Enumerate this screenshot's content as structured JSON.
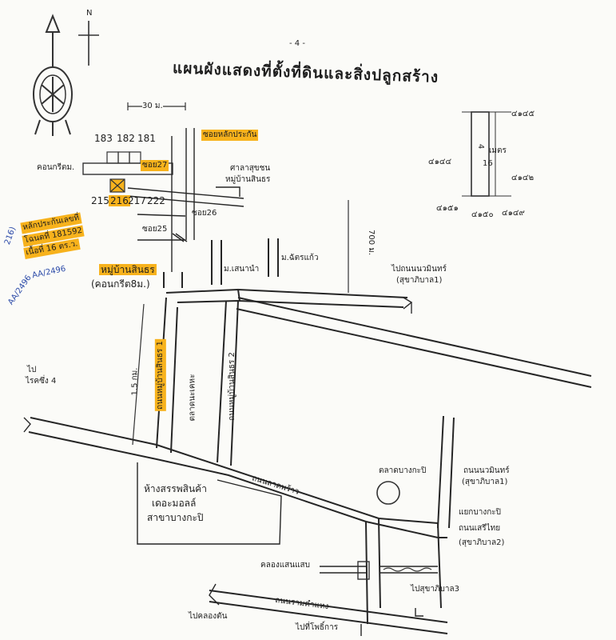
{
  "page": {
    "page_number": "- 4 -",
    "title": "แผนผังแสดงที่ตั้งที่ดินและสิ่งปลูกสร้าง"
  },
  "map": {
    "scale_30": "30 ม.",
    "scale_700": "700 ม.",
    "scale_15km": "1.5 กม.",
    "plots": [
      "183",
      "182",
      "181",
      "215",
      "216",
      "217",
      "222"
    ],
    "labels": {
      "concrete_left": "คอนกรีตม.",
      "soi27": "ซอย27",
      "landmark_collateral": "ซอยหลักประกัน",
      "pavilion_1": "ศาลาสุขชน",
      "pavilion_2": "หมู่บ้านสินธร",
      "soi26": "ซอย26",
      "soi25": "ซอย25",
      "collateral_info_1": "หลักประกันเลขที่",
      "collateral_info_2": "โฉนดที่ 181592",
      "collateral_info_3": "เนื้อที่ 16 ตร.ว.",
      "village_1": "หมู่บ้านสินธร",
      "village_2": "(คอนกรีต8ม.)",
      "moo_senanam": "ม.เสนานำ",
      "moo_chatchai": "ม.ฉัตรแก้ว",
      "to_sukhapiban1_1": "ไปถนนนวมินทร์",
      "to_sukhapiban1_2": "(สุขาภิบาล1)",
      "road_sinthon1": "ถนนหมู่บ้านสินธร 1",
      "road_sinthon2": "ถนนหมู่บ้านสินธร 2",
      "market_kheha": "ตลาดนะเคหะ",
      "to_soi4_1": "ไป",
      "to_soi4_2": "ไรคซึ่ง 4",
      "dept_store_1": "ห้างสรรพสินค้า",
      "dept_store_2": "เดอะมอลล์",
      "dept_store_3": "สาขาบางกะปิ",
      "road_latphrao": "ถนนลาดพร้าว",
      "market_bangkapi": "ตลาดบางกะปิ",
      "nawamin_1": "ถนนนวมินทร์",
      "nawamin_2": "(สุขาภิบาล1)",
      "junction_bangkapi": "แยกบางกะปิ",
      "serithai_1": "ถนนเสรีไทย",
      "serithai_2": "(สุขาภิบาล2)",
      "canal_saensaep": "คลองแสนแสบ",
      "to_sukhapiban3": "ไปสุขาภิบาล3",
      "road_ramkhamhaeng": "ถนนรามคำแหง",
      "to_khlongtan": "ไปคลองตัน",
      "to_pho": "ไปที่โพธิ์การ",
      "handwritten_1": "216)",
      "handwritten_2": "AA/2496",
      "handwritten_3": "AA/2496"
    },
    "inset": {
      "dims": [
        "4",
        "เมตร",
        "16"
      ],
      "neighbors": [
        "๔๑๔๕",
        "๔๑๔๔",
        "๔๑๔๒",
        "๔๑๕๑",
        "๔๑๕๐",
        "๔๑๔๙"
      ]
    },
    "north_mark": "N",
    "colors": {
      "highlight": "#f7b21c",
      "ink": "#262626",
      "pen": "#2b4aa8"
    }
  }
}
